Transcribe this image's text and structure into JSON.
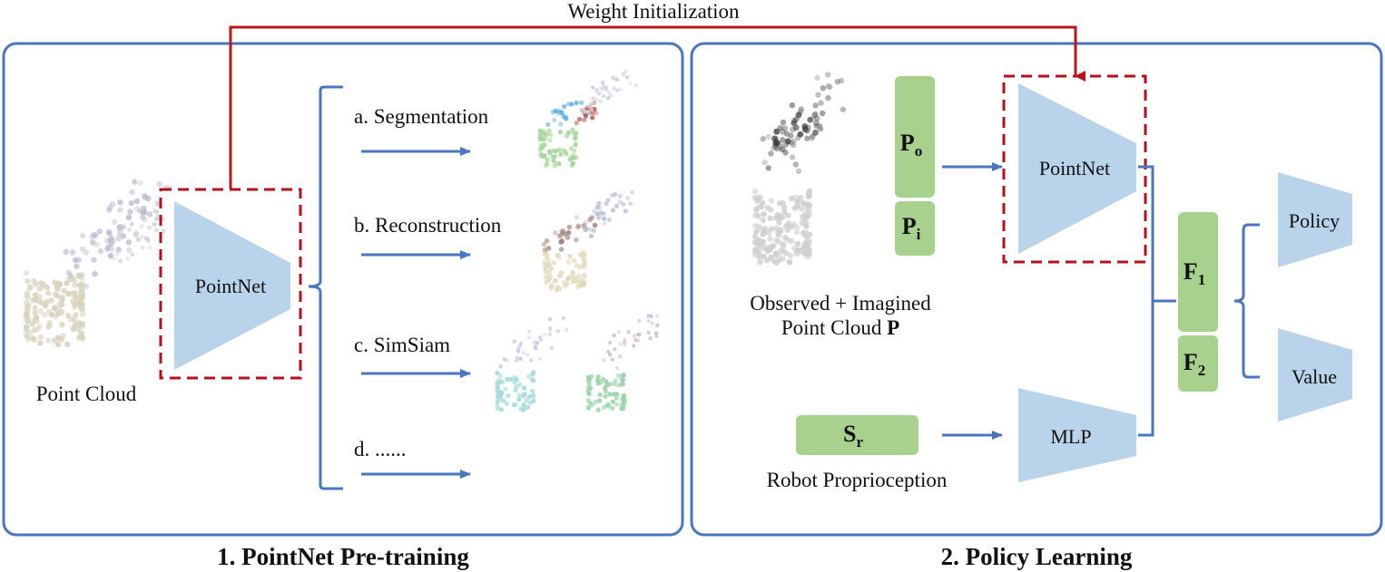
{
  "top_label": "Weight Initialization",
  "pretrain": {
    "encoder_label": "PointNet",
    "input_label": "Point Cloud",
    "tasks": [
      {
        "label": "a. Segmentation"
      },
      {
        "label": "b. Reconstruction"
      },
      {
        "label": "c. SimSiam"
      },
      {
        "label": "d. ......"
      }
    ],
    "caption": "1. PointNet Pre-training"
  },
  "policy": {
    "tokens": {
      "po": {
        "letter": "P",
        "sub": "o"
      },
      "pi": {
        "letter": "P",
        "sub": "i"
      },
      "sr": {
        "letter": "S",
        "sub": "r"
      },
      "f1": {
        "letter": "F",
        "sub": "1"
      },
      "f2": {
        "letter": "F",
        "sub": "2"
      }
    },
    "pointcloud_label_line1": "Observed + Imagined",
    "pointcloud_label_line2_prefix": "Point Cloud ",
    "pointcloud_label_line2_symbol": "P",
    "encoder_label": "PointNet",
    "mlp_label": "MLP",
    "proprio_label": "Robot Proprioception",
    "heads": [
      {
        "label": "Policy"
      },
      {
        "label": "Value"
      }
    ],
    "caption": "2. Policy Learning"
  },
  "colors": {
    "panel_border": "#4a76c0",
    "arrow": "#4a76c0",
    "init_arrow": "#c0141b",
    "dashed_box": "#b3121c",
    "trapezoid": "#b8d3ea",
    "token_green": "#a8d18d"
  }
}
